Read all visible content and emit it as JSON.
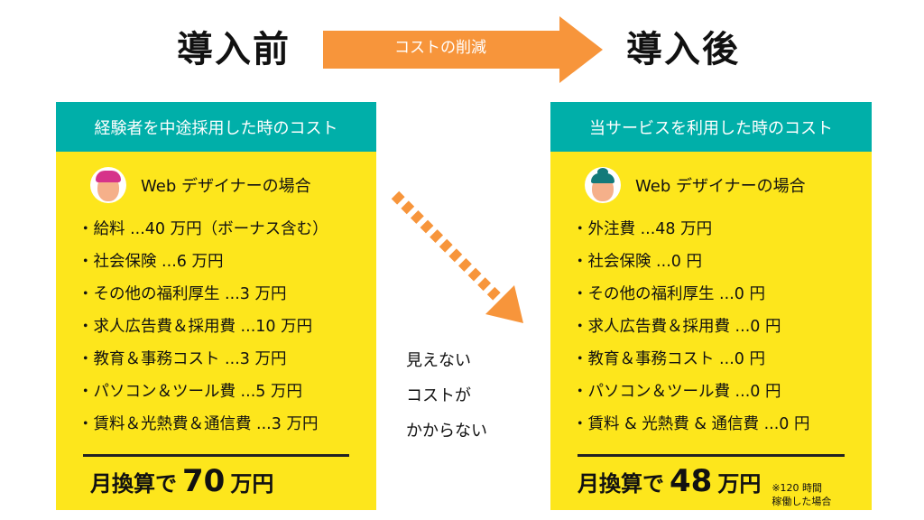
{
  "header": {
    "before": "導入前",
    "after": "導入後",
    "arrow_label": "コストの削減"
  },
  "colors": {
    "teal": "#00afa9",
    "yellow": "#fde61c",
    "orange": "#f7953b"
  },
  "left": {
    "heading": "経験者を中途採用した時のコスト",
    "role": "Web デザイナーの場合",
    "items": [
      "給料 ...40 万円（ボーナス含む）",
      "社会保険 ...6 万円",
      "その他の福利厚生 ...3 万円",
      "求人広告費＆採用費 ...10 万円",
      "教育＆事務コスト ...3 万円",
      "パソコン＆ツール費 ...5 万円",
      "賃料＆光熱費＆通信費 ...3 万円"
    ],
    "total_prefix": "月換算で",
    "total_value": "70",
    "total_unit": "万円"
  },
  "right": {
    "heading": "当サービスを利用した時のコスト",
    "role": "Web デザイナーの場合",
    "items": [
      "外注費 ...48 万円",
      "社会保険 ...0 円",
      "その他の福利厚生 ...0 円",
      "求人広告費＆採用費 ...0 円",
      "教育＆事務コスト ...0 円",
      "パソコン＆ツール費 ...0 円",
      "賃料 & 光熱費 & 通信費 ...0 円"
    ],
    "total_prefix": "月換算で",
    "total_value": "48",
    "total_unit": "万円",
    "note_line1": "※120 時間",
    "note_line2": "稼働した場合"
  },
  "middle": [
    "見えない",
    "コストが",
    "かからない"
  ]
}
